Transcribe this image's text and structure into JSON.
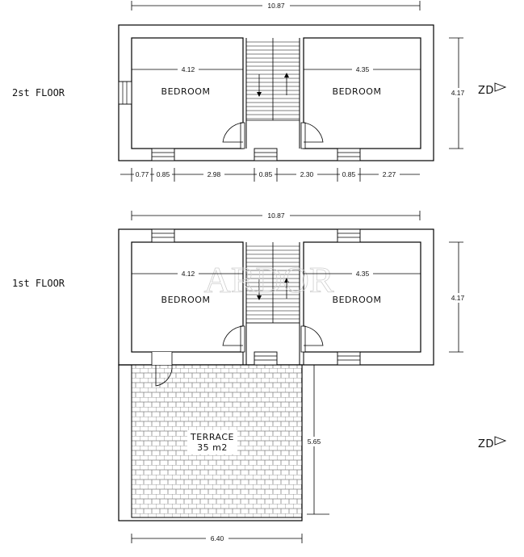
{
  "floors": {
    "second": {
      "label": "2st FLOOR",
      "overall_width": "10.87",
      "depth": "4.17",
      "rooms": [
        {
          "name": "BEDROOM",
          "width": "4.12"
        },
        {
          "name": "BEDROOM",
          "width": "4.35"
        }
      ],
      "bottom_dims": [
        "0.77",
        "0.85",
        "2.98",
        "0.85",
        "2.30",
        "0.85",
        "2.27"
      ]
    },
    "first": {
      "label": "1st FLOOR",
      "overall_width": "10.87",
      "depth": "4.17",
      "rooms": [
        {
          "name": "BEDROOM",
          "width": "4.12"
        },
        {
          "name": "BEDROOM",
          "width": "4.35"
        }
      ],
      "terrace": {
        "name": "TERRACE",
        "area": "35 m2",
        "length": "5.65",
        "width": "6.40"
      }
    }
  },
  "compass": "ZD",
  "watermark": "ARDOR"
}
